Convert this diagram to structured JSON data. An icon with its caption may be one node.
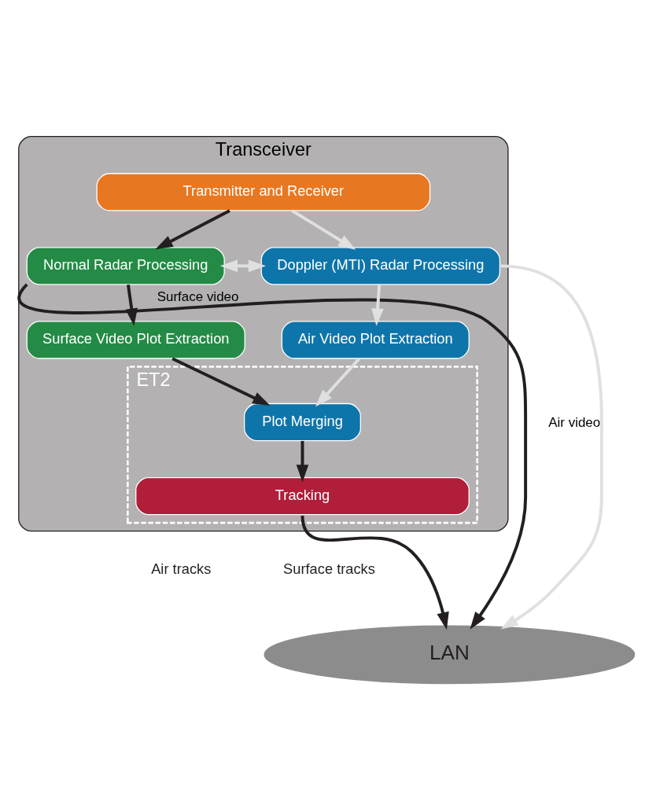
{
  "diagram": {
    "nodes": [
      {
        "text": [
          "Transceiver"
        ]
      },
      {
        "text": [
          "Transmitter and Receiver"
        ],
        "in": 0
      },
      {
        "text": [
          "Normal Radar Processing"
        ],
        "in": 0
      },
      {
        "text": [
          "Doppler (MTI) Radar Processing"
        ],
        "in": 0
      },
      {
        "text": [
          "Surface Video Plot Extraction"
        ],
        "in": 0
      },
      {
        "text": [
          "Air Video Plot Extraction"
        ],
        "in": 0
      },
      {
        "text": [
          "ET2"
        ],
        "in": 0
      },
      {
        "text": [
          "Plot Merging"
        ],
        "in": 6
      },
      {
        "text": [
          "Tracking"
        ],
        "in": 6
      },
      {
        "text": [
          "LAN"
        ]
      }
    ],
    "edges": [
      {
        "from": 1,
        "to": 2,
        "arrow": "to"
      },
      {
        "from": 1,
        "to": 3,
        "arrow": "to",
        "color": "#e0e0e0"
      },
      {
        "from": 2,
        "to": 3,
        "arrow": "both",
        "color": "#e0e0e0"
      },
      {
        "from": 2,
        "to": 4,
        "arrow": "to"
      },
      {
        "from": 3,
        "to": 5,
        "arrow": "to",
        "color": "#e0e0e0"
      },
      {
        "from": 4,
        "to": 7,
        "arrow": "to"
      },
      {
        "from": 5,
        "to": 7,
        "arrow": "to",
        "color": "#e0e0e0"
      },
      {
        "from": 7,
        "to": 8,
        "arrow": "to"
      },
      {
        "from": 2,
        "to": 9,
        "arrow": "to",
        "label": "Surface video"
      },
      {
        "from": 8,
        "to": 9,
        "arrow": "to"
      },
      {
        "from": 3,
        "to": 9,
        "arrow": "to",
        "label": "Air video",
        "color": "#e0e0e0"
      }
    ],
    "labels": [
      "Surface tracks",
      "Air tracks"
    ]
  }
}
